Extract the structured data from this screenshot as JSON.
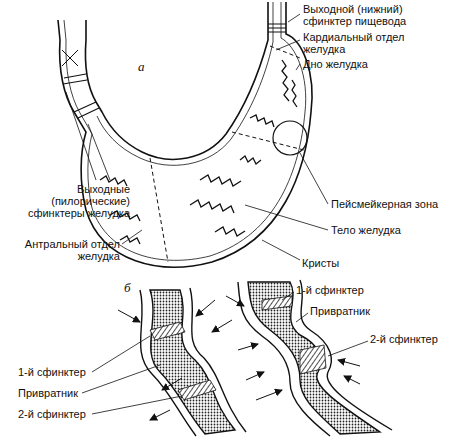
{
  "diagram": {
    "labels": [
      "а",
      "Выходной (нижний) сфинктер пищевода",
      "Кардиальный отдел желудка",
      "Дно желудка",
      "Выходные (пилорические) сфинктеры желудка",
      "Пейсмейкерная зона",
      "Антральный отдел желудка",
      "Тело желудка",
      "Кристы",
      "б",
      "1-й сфинктер",
      "Привратник",
      "2-й сфинктер",
      "1-й сфинктер",
      "Привратник",
      "2-й сфинктер"
    ]
  }
}
